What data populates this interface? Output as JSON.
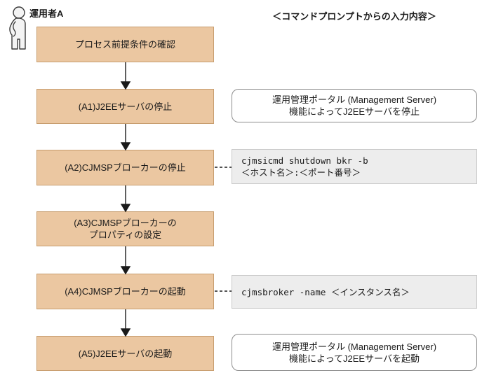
{
  "header": {
    "actor_label": "運用者A",
    "right_title": "＜コマンドプロンプトからの入力内容＞"
  },
  "flow": {
    "steps": [
      {
        "label": "プロセス前提条件の確認"
      },
      {
        "label": "(A1)J2EEサーバの停止"
      },
      {
        "label": "(A2)CJMSPブローカーの停止"
      },
      {
        "label": "(A3)CJMSPブローカーの",
        "label2": "プロパティの設定"
      },
      {
        "label": "(A4)CJMSPブローカーの起動"
      },
      {
        "label": "(A5)J2EEサーバの起動"
      }
    ]
  },
  "annotations": {
    "a1": {
      "type": "rounded",
      "line1": "運用管理ポータル (Management Server)",
      "line2": "機能によってJ2EEサーバを停止"
    },
    "a2": {
      "type": "command",
      "line1": "cjmsicmd shutdown bkr -b",
      "line2": "＜ホスト名＞:＜ポート番号＞"
    },
    "a4": {
      "type": "command",
      "line1": "cjmsbroker -name ＜インスタンス名＞"
    },
    "a5": {
      "type": "rounded",
      "line1": "運用管理ポータル (Management Server)",
      "line2": "機能によってJ2EEサーバを起動"
    }
  },
  "icons": {
    "actor": "person-icon"
  },
  "colors": {
    "box_fill": "#ebc7a1",
    "box_border": "#c79d6e",
    "gray_fill": "#ededed",
    "gray_border": "#c9c9c9",
    "rounded_border": "#8c8c8c",
    "arrow": "#1a1a1a",
    "text": "#1a1a1a"
  }
}
